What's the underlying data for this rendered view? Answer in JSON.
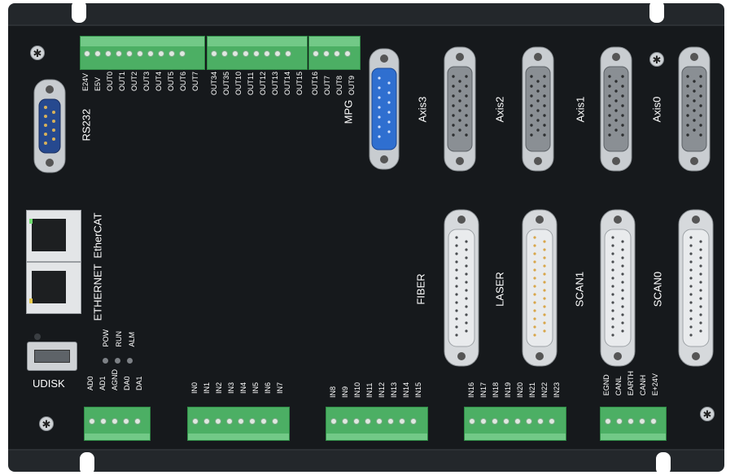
{
  "terminals_top": {
    "block1": [
      "E24V",
      "E5V",
      "OUT0",
      "OUT1",
      "OUT2",
      "OUT3",
      "OUT4",
      "OUT5",
      "OUT6",
      "OUT7"
    ],
    "block2": [
      "OUT34",
      "OUT35",
      "OUT10",
      "OUT11",
      "OUT12",
      "OUT13",
      "OUT14",
      "OUT15"
    ],
    "block3": [
      "OUT16",
      "OUT7",
      "OUT8",
      "OUT9"
    ]
  },
  "terminals_bottom": {
    "block1": [
      "AD0",
      "AD1",
      "AGND",
      "DA0",
      "DA1"
    ],
    "block2": [
      "IN0",
      "IN1",
      "IN2",
      "IN3",
      "IN4",
      "IN5",
      "IN6",
      "IN7"
    ],
    "block3": [
      "IN8",
      "IN9",
      "IN10",
      "IN11",
      "IN12",
      "IN13",
      "IN14",
      "IN15"
    ],
    "block4": [
      "IN16",
      "IN17",
      "IN18",
      "IN19",
      "IN20",
      "IN21",
      "IN22",
      "IN23"
    ],
    "block5": [
      "EGND",
      "CANL",
      "EARTH",
      "CANH",
      "E+24V"
    ]
  },
  "ports": {
    "rs232": "RS232",
    "mpg": "MPG",
    "axis3": "Axis3",
    "axis2": "Axis2",
    "axis1": "Axis1",
    "axis0": "Axis0",
    "ethercat": "EtherCAT",
    "ethernet": "ETHERNET",
    "udisk": "UDISK",
    "fiber": "FIBER",
    "laser": "LASER",
    "scan1": "SCAN1",
    "scan0": "SCAN0"
  },
  "leds": [
    "POW",
    "RUN",
    "ALM"
  ],
  "colors": {
    "case": "#16191c",
    "terminal": "#4caf64",
    "mpg_port": "#2f6fd0",
    "axis_port": "#9aa0a6",
    "db_port": "#e2e4e6"
  }
}
